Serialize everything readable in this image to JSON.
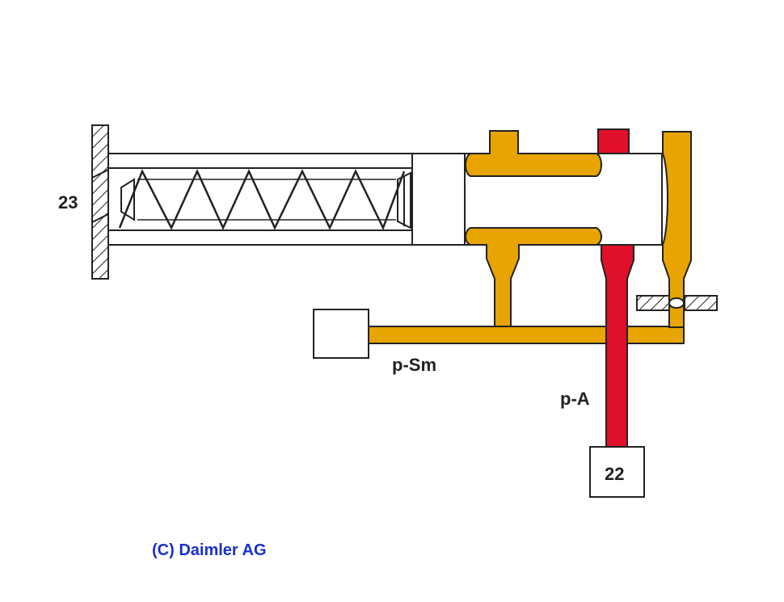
{
  "labels": {
    "spring_seat": "23",
    "pressure_sm": "p-Sm",
    "pressure_a": "p-A",
    "outlet": "22"
  },
  "credit": "(C) Daimler AG",
  "colors": {
    "yellow_line": "#e8a400",
    "red_line": "#e0102a",
    "outline": "#222222",
    "credit_text": "#1a2fd0"
  }
}
